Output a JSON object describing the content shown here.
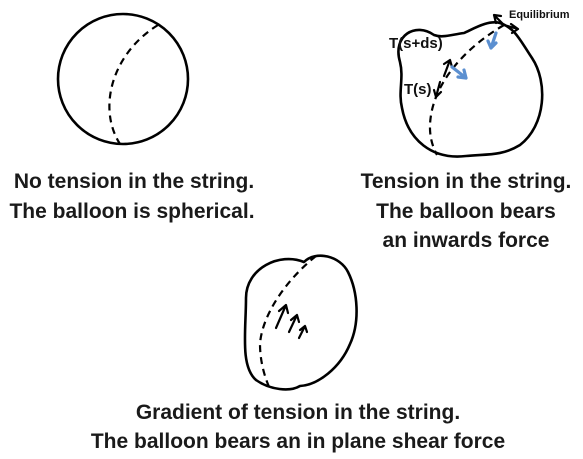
{
  "panels": {
    "no_tension": {
      "caption_line1": "No tension in the string.",
      "caption_line2": "The balloon is spherical."
    },
    "tension": {
      "caption_line1": "Tension in the string.",
      "caption_line2": "The balloon bears",
      "caption_line3": "an inwards force",
      "label_equilibrium": "Equilibrium",
      "label_tension_top": "T(s+ds)",
      "label_tension_bottom": "T(s)"
    },
    "gradient": {
      "caption_line1": "Gradient of tension in the string.",
      "caption_line2": "The balloon bears an in plane shear force"
    }
  },
  "colors": {
    "outline": "#000000",
    "force_arrow": "#5b8fd0",
    "text": "#1a1a1a"
  }
}
